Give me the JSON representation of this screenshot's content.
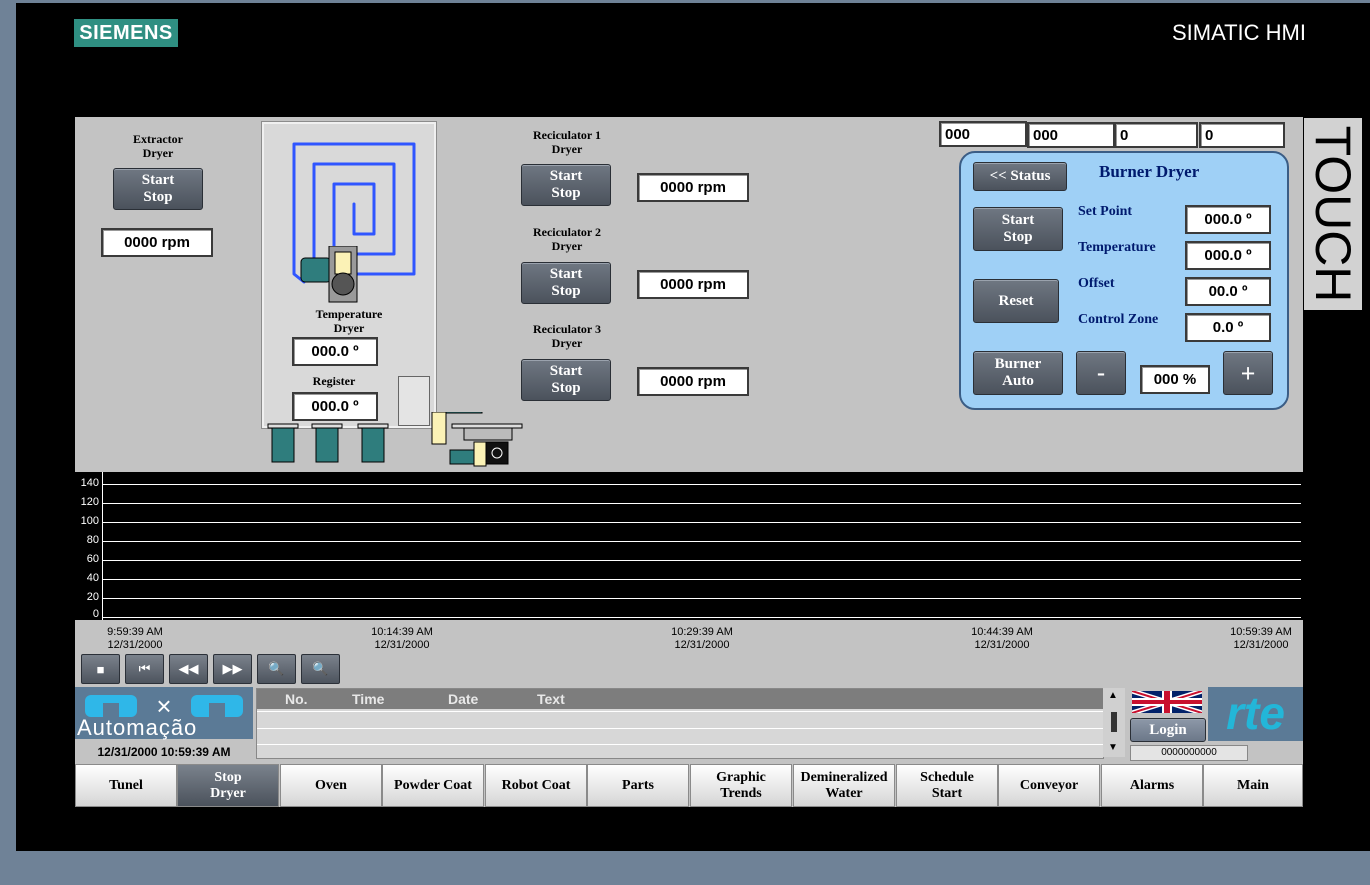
{
  "header": {
    "brand": "SIEMENS",
    "device": "SIMATIC HMI",
    "touch": "TOUCH"
  },
  "extractor": {
    "title": "Extractor\nDryer",
    "button": "Start\nStop",
    "rpm": "0000 rpm"
  },
  "dryer": {
    "temp_title": "Temperature\nDryer",
    "temp_value": "000.0 º",
    "register_title": "Register",
    "register_value": "000.0 º"
  },
  "reciculators": [
    {
      "title": "Reciculator 1\nDryer",
      "button": "Start\nStop",
      "rpm": "0000 rpm"
    },
    {
      "title": "Reciculator 2\nDryer",
      "button": "Start\nStop",
      "rpm": "0000 rpm"
    },
    {
      "title": "Reciculator 3\nDryer",
      "button": "Start\nStop",
      "rpm": "0000 rpm"
    }
  ],
  "top_fields": [
    "000",
    "000",
    "0",
    "0"
  ],
  "burner": {
    "status_button": "<< Status",
    "title": "Burner Dryer",
    "start_stop": "Start\nStop",
    "reset": "Reset",
    "burner_auto": "Burner\nAuto",
    "minus": "-",
    "plus": "+",
    "percent": "000 %",
    "set_point_label": "Set Point",
    "set_point_value": "000.0 º",
    "temperature_label": "Temperature",
    "temperature_value": "000.0 º",
    "offset_label": "Offset",
    "offset_value": "00.0 º",
    "control_zone_label": "Control Zone",
    "control_zone_value": "0.0 º"
  },
  "trend": {
    "y_ticks": [
      "140",
      "120",
      "100",
      "80",
      "60",
      "40",
      "20",
      "0"
    ],
    "x_ticks": [
      {
        "time": "9:59:39 AM",
        "date": "12/31/2000"
      },
      {
        "time": "10:14:39 AM",
        "date": "12/31/2000"
      },
      {
        "time": "10:29:39 AM",
        "date": "12/31/2000"
      },
      {
        "time": "10:44:39 AM",
        "date": "12/31/2000"
      },
      {
        "time": "10:59:39 AM",
        "date": "12/31/2000"
      }
    ]
  },
  "alarm_view": {
    "columns": [
      "No.",
      "Time",
      "Date",
      "Text"
    ]
  },
  "footer": {
    "company": "Automação",
    "datetime": "12/31/2000 10:59:39 AM",
    "login": "Login",
    "counter": "0000000000",
    "rte": "rte"
  },
  "nav": [
    "Tunel",
    "Stop\nDryer",
    "Oven",
    "Powder Coat",
    "Robot Coat",
    "Parts",
    "Graphic\nTrends",
    "Demineralized\nWater",
    "Schedule\nStart",
    "Conveyor",
    "Alarms",
    "Main"
  ],
  "nav_active": "Stop\nDryer",
  "colors": {
    "brand": "#2f8f82",
    "burner_panel": "#9fd0f6",
    "burner_text": "#001a6e",
    "trend_bg": "#000000"
  }
}
